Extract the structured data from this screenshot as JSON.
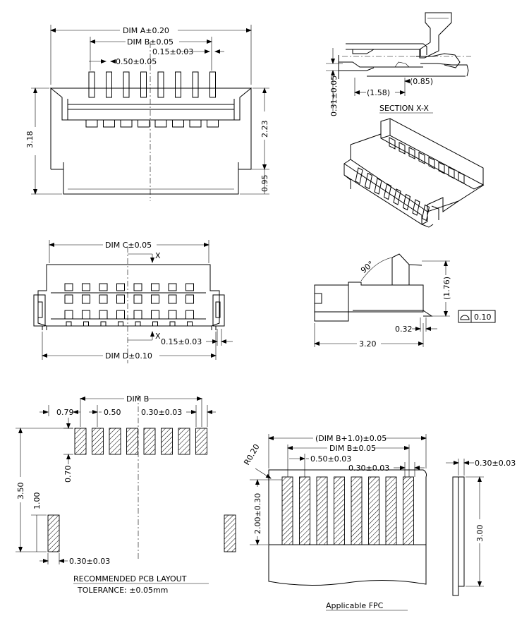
{
  "front_view": {
    "dim_a": "DIM A±0.20",
    "dim_b": "DIM B±0.05",
    "pitch": "0.50±0.05",
    "contact_width": "0.15±0.03",
    "height_total": "3.18",
    "height_upper": "2.23",
    "height_lower": "0.95"
  },
  "section": {
    "thickness": "0.31±0.05",
    "depth": "(1.58)",
    "tip": "(0.85)",
    "title": "SECTION X-X"
  },
  "top_view": {
    "dim_c": "DIM C±0.05",
    "dim_d": "DIM D±0.10",
    "contact_width": "0.15±0.03",
    "section_mark_top": "X",
    "section_mark_bottom": "X"
  },
  "side_view": {
    "angle": "90°",
    "height": "(1.76)",
    "gap": "0.32",
    "length": "3.20",
    "flatness": "0.10"
  },
  "pcb_layout": {
    "dim_b": "DIM B",
    "offset": "0.79",
    "pitch": "0.50",
    "pad_width": "0.30±0.03",
    "pad_length": "0.70",
    "height": "3.50",
    "tab_height": "1.00",
    "tab_width": "0.30±0.03",
    "title": "RECOMMENDED PCB LAYOUT",
    "tolerance": "TOLERANCE: ±0.05mm"
  },
  "fpc": {
    "width": "(DIM B+1.0)±0.05",
    "dim_b": "DIM B±0.05",
    "pitch": "0.50±0.03",
    "trace_width": "0.30±0.03",
    "radius": "R0.20",
    "exposed_length": "2.00±0.30",
    "thickness": "0.30±0.03",
    "stiffener_length": "3.00",
    "title": "Applicable FPC"
  }
}
